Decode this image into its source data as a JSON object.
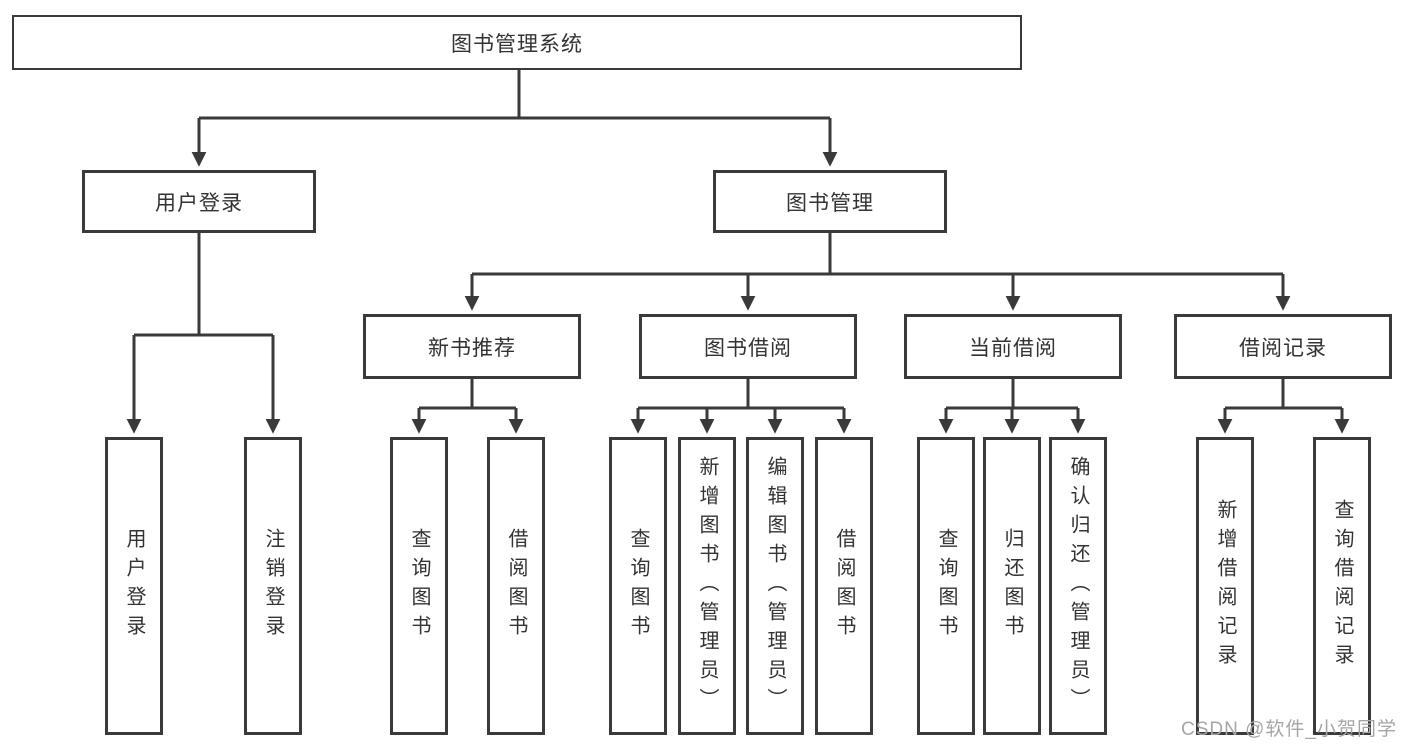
{
  "root": {
    "label": "图书管理系统"
  },
  "level2": [
    {
      "label": "用户登录"
    },
    {
      "label": "图书管理"
    }
  ],
  "level3": [
    {
      "label": "新书推荐",
      "parent": "图书管理"
    },
    {
      "label": "图书借阅",
      "parent": "图书管理"
    },
    {
      "label": "当前借阅",
      "parent": "图书管理"
    },
    {
      "label": "借阅记录",
      "parent": "图书管理"
    }
  ],
  "leaves": [
    {
      "label": "用户登录",
      "parent": "用户登录"
    },
    {
      "label": "注销登录",
      "parent": "用户登录"
    },
    {
      "label": "查询图书",
      "parent": "新书推荐"
    },
    {
      "label": "借阅图书",
      "parent": "新书推荐"
    },
    {
      "label": "查询图书",
      "parent": "图书借阅"
    },
    {
      "label": "新增图书（管理员）",
      "parent": "图书借阅"
    },
    {
      "label": "编辑图书（管理员）",
      "parent": "图书借阅"
    },
    {
      "label": "借阅图书",
      "parent": "图书借阅"
    },
    {
      "label": "查询图书",
      "parent": "当前借阅"
    },
    {
      "label": "归还图书",
      "parent": "当前借阅"
    },
    {
      "label": "确认归还（管理员）",
      "parent": "当前借阅"
    },
    {
      "label": "新增借阅记录",
      "parent": "借阅记录"
    },
    {
      "label": "查询借阅记录",
      "parent": "借阅记录"
    }
  ],
  "watermark": "CSDN @软件_小贺同学",
  "colors": {
    "line": "#3a3a3a",
    "node_border": "#3a3a3a",
    "text": "#333333",
    "watermark": "#a6a6a6",
    "background": "#ffffff"
  }
}
